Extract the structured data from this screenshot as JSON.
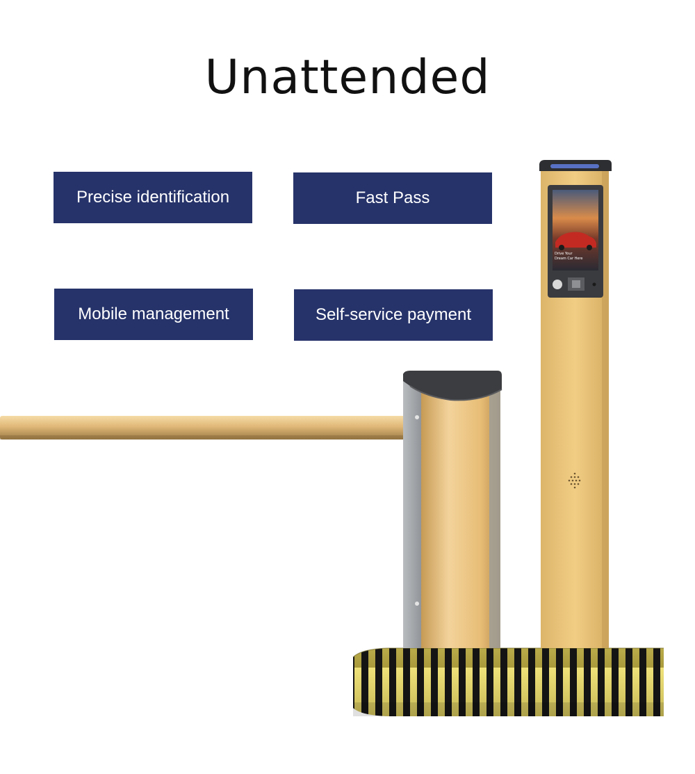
{
  "heading": "Unattended",
  "features": [
    {
      "label": "Precise identification"
    },
    {
      "label": "Fast Pass"
    },
    {
      "label": "Mobile management"
    },
    {
      "label": "Self-service payment"
    }
  ],
  "screen": {
    "caption_line1": "Drive Your",
    "caption_line2": "Dream Car Here"
  },
  "colors": {
    "feature_bg": "#26336a",
    "gold": "#e7bf6e",
    "stripe_black": "#111111",
    "stripe_yellow": "#e7d85a"
  }
}
